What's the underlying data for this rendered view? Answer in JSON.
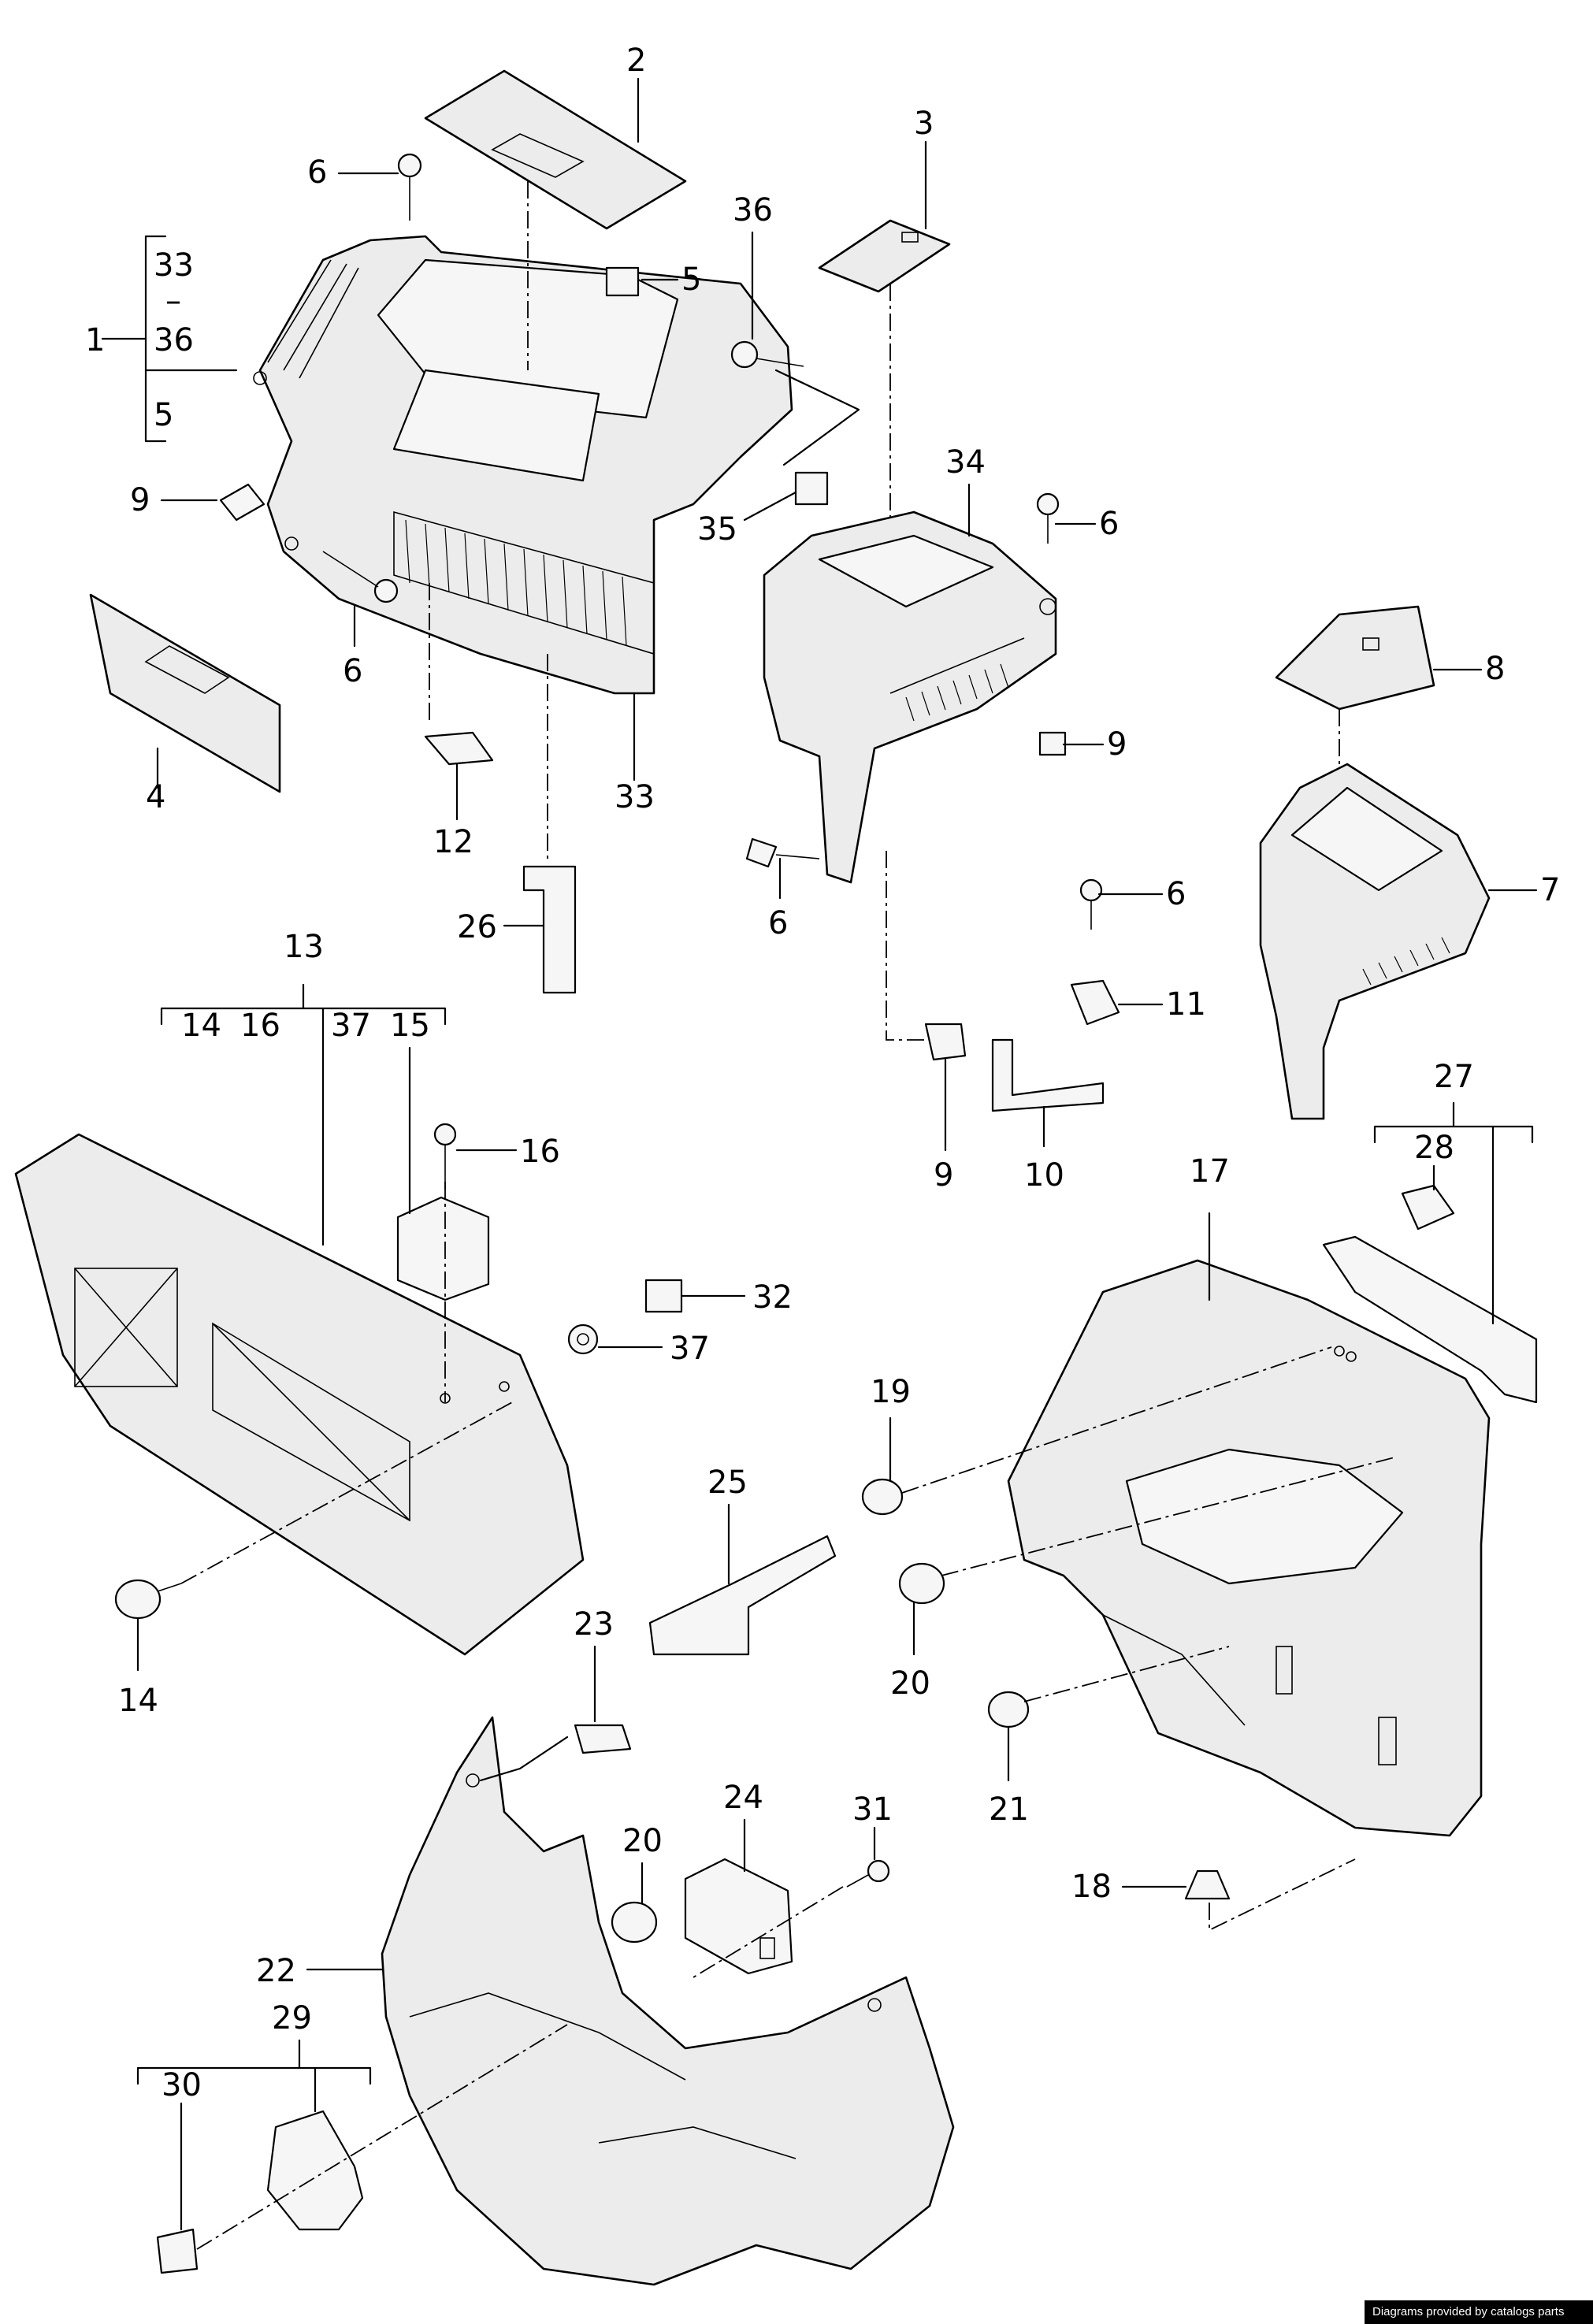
{
  "labels": {
    "p1": "1",
    "p2": "2",
    "p3": "3",
    "p4": "4",
    "p5a": "5",
    "p5b": "5",
    "p6a": "6",
    "p6b": "6",
    "p6c": "6",
    "p6d": "6",
    "p6e": "6",
    "p7": "7",
    "p8": "8",
    "p9a": "9",
    "p9b": "9",
    "p9c": "9",
    "p10": "10",
    "p11": "11",
    "p12": "12",
    "p13": "13",
    "p14a": "14",
    "p14b": "14",
    "p15": "15",
    "p16a": "16",
    "p16b": "16",
    "p17": "17",
    "p18": "18",
    "p19": "19",
    "p20a": "20",
    "p20b": "20",
    "p21": "21",
    "p22": "22",
    "p23": "23",
    "p24": "24",
    "p25": "25",
    "p26": "26",
    "p27": "27",
    "p28": "28",
    "p29": "29",
    "p30": "30",
    "p31": "31",
    "p32": "32",
    "p33a": "33",
    "p33b": "33",
    "p34": "34",
    "p35": "35",
    "p36a": "36",
    "p36b": "36",
    "p37a": "37",
    "p37b": "37"
  },
  "group_dash": "–",
  "credit": "Diagrams provided by catalogs parts"
}
